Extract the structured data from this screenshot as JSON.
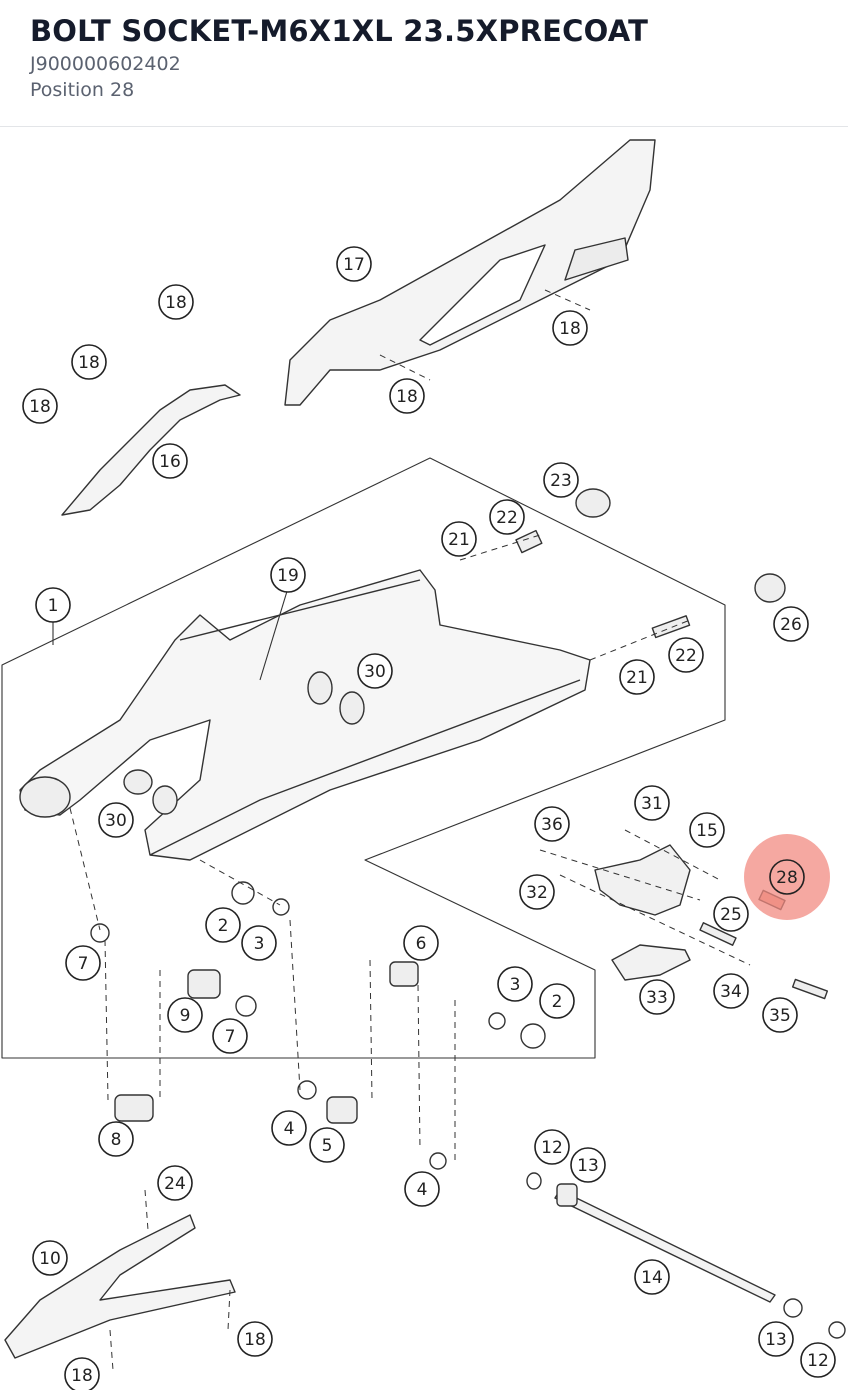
{
  "header": {
    "title": "BOLT SOCKET-M6X1XL 23.5XPRECOAT",
    "part_number": "J900000602402",
    "position_label": "Position 28"
  },
  "diagram": {
    "highlight_color": "#f28b82",
    "callouts": [
      {
        "id": "c17",
        "label": "17"
      },
      {
        "id": "c18a",
        "label": "18"
      },
      {
        "id": "c18b",
        "label": "18"
      },
      {
        "id": "c18c",
        "label": "18"
      },
      {
        "id": "c18d",
        "label": "18"
      },
      {
        "id": "c18e",
        "label": "18"
      },
      {
        "id": "c16",
        "label": "16"
      },
      {
        "id": "c23",
        "label": "23"
      },
      {
        "id": "c22a",
        "label": "22"
      },
      {
        "id": "c21a",
        "label": "21"
      },
      {
        "id": "c19",
        "label": "19"
      },
      {
        "id": "c1",
        "label": "1"
      },
      {
        "id": "c26",
        "label": "26"
      },
      {
        "id": "c30a",
        "label": "30"
      },
      {
        "id": "c22b",
        "label": "22"
      },
      {
        "id": "c21b",
        "label": "21"
      },
      {
        "id": "c30b",
        "label": "30"
      },
      {
        "id": "c31",
        "label": "31"
      },
      {
        "id": "c36",
        "label": "36"
      },
      {
        "id": "c15",
        "label": "15"
      },
      {
        "id": "c28",
        "label": "28",
        "highlight": true
      },
      {
        "id": "c32",
        "label": "32"
      },
      {
        "id": "c25",
        "label": "25"
      },
      {
        "id": "c2a",
        "label": "2"
      },
      {
        "id": "c3a",
        "label": "3"
      },
      {
        "id": "c7a",
        "label": "7"
      },
      {
        "id": "c6",
        "label": "6"
      },
      {
        "id": "c34",
        "label": "34"
      },
      {
        "id": "c33",
        "label": "33"
      },
      {
        "id": "c35",
        "label": "35"
      },
      {
        "id": "c3b",
        "label": "3"
      },
      {
        "id": "c2b",
        "label": "2"
      },
      {
        "id": "c9",
        "label": "9"
      },
      {
        "id": "c7b",
        "label": "7"
      },
      {
        "id": "c8",
        "label": "8"
      },
      {
        "id": "c4a",
        "label": "4"
      },
      {
        "id": "c5",
        "label": "5"
      },
      {
        "id": "c12a",
        "label": "12"
      },
      {
        "id": "c13a",
        "label": "13"
      },
      {
        "id": "c4b",
        "label": "4"
      },
      {
        "id": "c24",
        "label": "24"
      },
      {
        "id": "c10",
        "label": "10"
      },
      {
        "id": "c14",
        "label": "14"
      },
      {
        "id": "c18f",
        "label": "18"
      },
      {
        "id": "c18g",
        "label": "18"
      },
      {
        "id": "c13b",
        "label": "13"
      },
      {
        "id": "c12b",
        "label": "12"
      }
    ]
  }
}
